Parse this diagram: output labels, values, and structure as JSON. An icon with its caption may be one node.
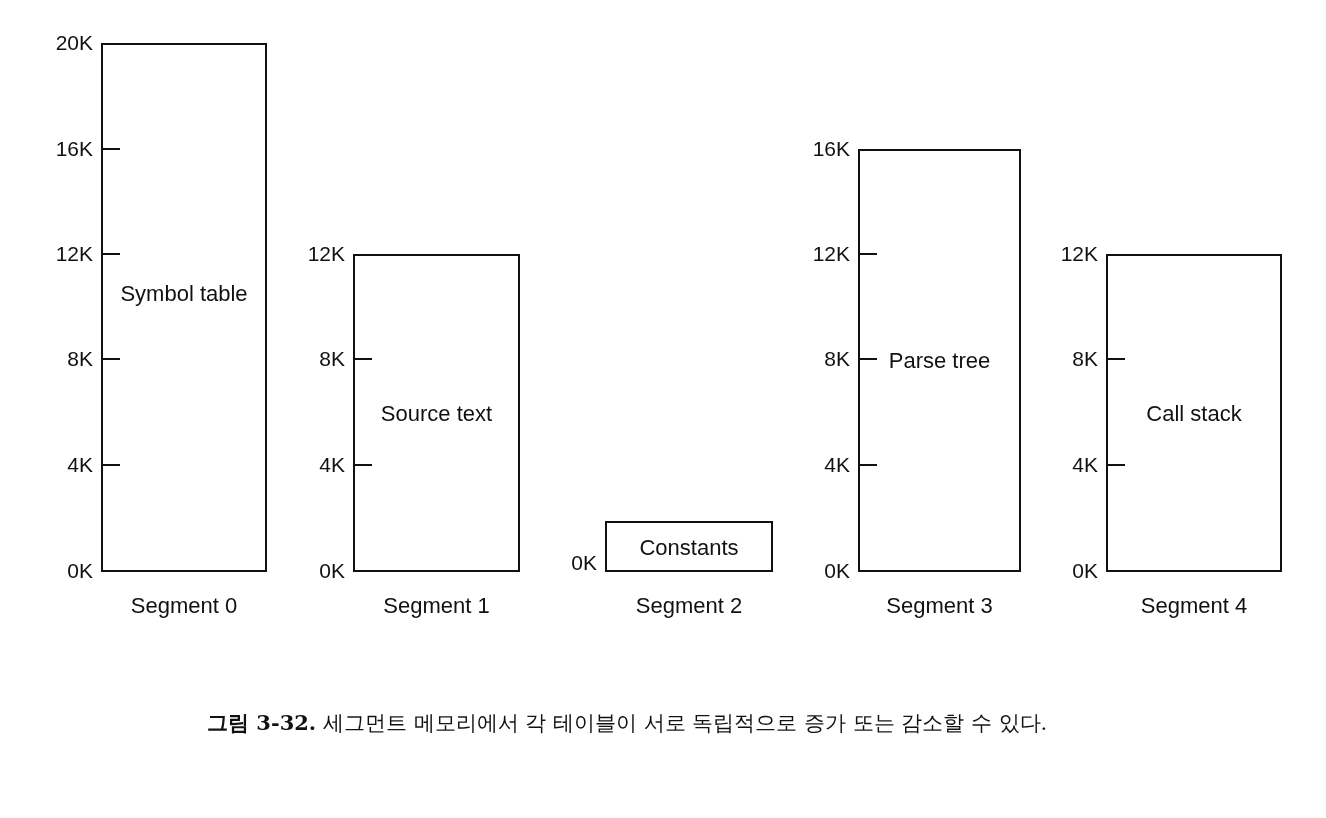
{
  "diagram": {
    "caption": "**그림 3-32.** 세그먼트 메모리에서 각 테이블이 서로 독립적으로 증가 또는 감소할 수 있다.",
    "nodes": [
      {
        "text": [
          "Symbol table"
        ],
        "beside": [
          "Segment 0"
        ]
      },
      {
        "text": [
          "Source text"
        ],
        "beside": [
          "Segment 1"
        ]
      },
      {
        "text": [
          "Constants"
        ],
        "beside": [
          "Segment 2"
        ]
      },
      {
        "text": [
          "Parse tree"
        ],
        "beside": [
          "Segment 3"
        ]
      },
      {
        "text": [
          "Call stack"
        ],
        "beside": [
          "Segment 4"
        ]
      }
    ],
    "labels": [
      "20K",
      "16K",
      "16K",
      "12K",
      "12K",
      "12K",
      "12K",
      "8K",
      "8K",
      "8K",
      "8K",
      "4K",
      "4K",
      "4K",
      "4K",
      "0K",
      "0K",
      "0K",
      "0K",
      "0K"
    ]
  }
}
